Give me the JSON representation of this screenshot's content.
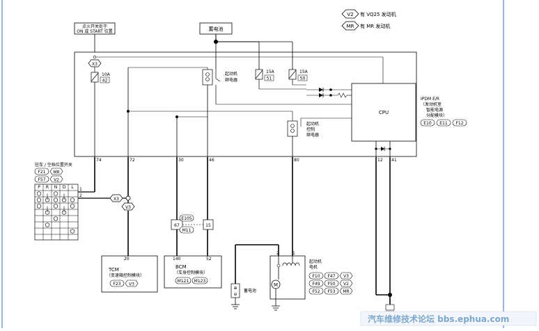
{
  "legend": {
    "v2": {
      "code": "V2",
      "text": "有 VQ25 发动机"
    },
    "mr": {
      "code": "MR",
      "text": "有 MR 发动机"
    }
  },
  "ignition": {
    "line1": "点火开关处于",
    "line2": "ON 或 START 位置"
  },
  "battery_top": "蓄电池",
  "ipdm": {
    "title": "IPDM E/R",
    "sub1": "（发动机室",
    "sub2": "智能电源",
    "sub3": "分配模块）",
    "connectors": [
      "E10",
      "E11",
      "F12"
    ],
    "cpu": "CPU",
    "x3": "X3",
    "fuse1": {
      "amp": "10A",
      "num": "42"
    },
    "fuse2": {
      "amp": "15A",
      "num": "51"
    },
    "fuse3": {
      "amp": "15A",
      "num": "50"
    },
    "relay1": [
      "起动机",
      "继电器"
    ],
    "relay2": [
      "起动机",
      "控制",
      "继电器"
    ],
    "pins": [
      "74",
      "72",
      "30",
      "46",
      "80",
      "12",
      "41"
    ]
  },
  "park_switch": {
    "title": "驻车 / 空档位置开关",
    "conn_row1": [
      "F21",
      "MR"
    ],
    "conn_row2": [
      "F57",
      "V2"
    ],
    "headers": [
      "P",
      "R",
      "N",
      "D",
      "L"
    ],
    "pin1": "1",
    "pin2": "2"
  },
  "mid_x3": "X3",
  "mid_v3": "V3",
  "tcm": {
    "pin": "20",
    "name": "TCM",
    "desc": "（变速箱控制模块）",
    "conn": "F23",
    "tag": "V3"
  },
  "bcm": {
    "pin1": "140",
    "pin2": "52",
    "name": "BCM",
    "desc": "（车身控制模块）",
    "conn1": "M121",
    "conn2": "M123"
  },
  "jc": {
    "left": "67",
    "right": "15",
    "top": "E105",
    "bottom": "M11"
  },
  "battery_bottom": "蓄电池",
  "starter": {
    "pin_left": "2",
    "pin_right": "1",
    "label1": "起动机",
    "label2": "电机",
    "motor": "M",
    "conns": [
      [
        "F10",
        "F47",
        "V3"
      ],
      [
        "F49",
        "F50",
        "V2"
      ],
      [
        "F52",
        "F53",
        "MR"
      ]
    ]
  },
  "watermark": "汽车维修技术论坛 bbs.ephua.com"
}
